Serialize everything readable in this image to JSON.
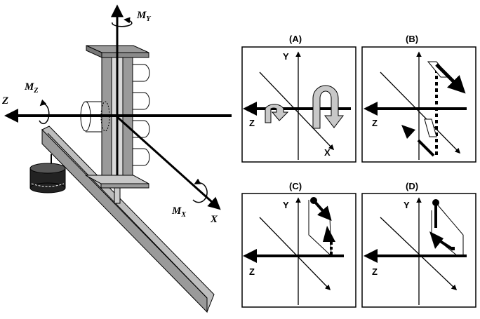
{
  "main": {
    "axes": {
      "z": "Z",
      "x": "X",
      "my": {
        "base": "M",
        "sub": "Y"
      },
      "mz": {
        "base": "M",
        "sub": "Z"
      },
      "mx": {
        "base": "M",
        "sub": "X"
      }
    }
  },
  "panels": [
    {
      "title": "(A)",
      "y_label": "Y",
      "z_label": "Z",
      "x_label": "X"
    },
    {
      "title": "(B)",
      "z_label": "Z"
    },
    {
      "title": "(C)",
      "y_label": "Y",
      "z_label": "Z"
    },
    {
      "title": "(D)",
      "y_label": "Y",
      "z_label": "Z"
    }
  ],
  "colors": {
    "frame_gray": "#9a9a9a",
    "light_gray": "#c8c8c8",
    "dark": "#000000"
  }
}
